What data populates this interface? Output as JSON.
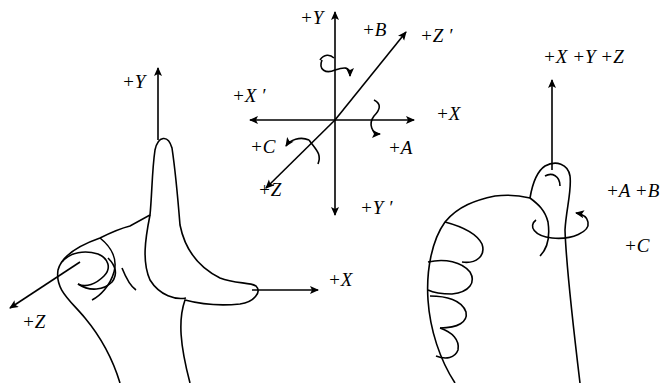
{
  "diagram": {
    "labels": [
      "+Y",
      "+Z",
      "+X",
      "+Y",
      "+B",
      "+Z ′",
      "+X ′",
      "+X",
      "+C",
      "+A",
      "+Z",
      "+Y ′",
      "+X +Y +Z",
      "+A +B",
      "+C"
    ]
  }
}
